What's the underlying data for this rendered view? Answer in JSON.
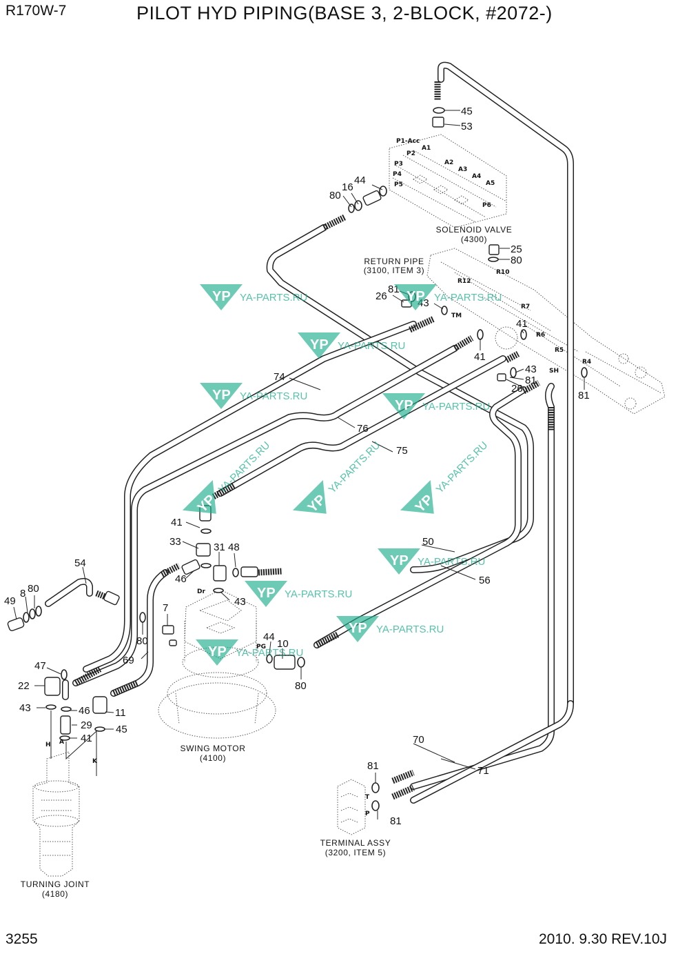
{
  "header": {
    "model": "R170W-7",
    "title": "PILOT HYD PIPING(BASE 3, 2-BLOCK, #2072-)"
  },
  "footer": {
    "page_number": "3255",
    "revision": "2010.  9.30 REV.10J"
  },
  "assemblies": {
    "solenoid_valve": "SOLENOID VALVE",
    "solenoid_valve_ref": "(4300)",
    "return_pipe": "RETURN PIPE",
    "return_pipe_ref": "(3100, ITEM 3)",
    "swing_motor": "SWING MOTOR",
    "swing_motor_ref": "(4100)",
    "turning_joint": "TURNING JOINT",
    "turning_joint_ref": "(4180)",
    "terminal_assy": "TERMINAL ASSY",
    "terminal_assy_ref": "(3200, ITEM 5)"
  },
  "part_labels": [
    "45",
    "53",
    "44",
    "16",
    "80",
    "25",
    "80",
    "81",
    "26",
    "43",
    "41",
    "41",
    "43",
    "81",
    "26",
    "81",
    "74",
    "76",
    "75",
    "41",
    "33",
    "31",
    "48",
    "46",
    "43",
    "50",
    "56",
    "54",
    "49",
    "8",
    "80",
    "7",
    "80",
    "69",
    "44",
    "10",
    "80",
    "47",
    "22",
    "43",
    "46",
    "11",
    "29",
    "45",
    "41",
    "70",
    "71",
    "81",
    "81"
  ],
  "port_labels": [
    "P1-Acc",
    "P2",
    "A1",
    "A2",
    "A3",
    "A4",
    "A5",
    "P3",
    "P4",
    "P5",
    "P6",
    "R10",
    "R12",
    "R7",
    "TM",
    "R6",
    "R5",
    "SH",
    "R4",
    "Dr",
    "PG",
    "T",
    "P",
    "H",
    "A",
    "K"
  ],
  "watermark": {
    "logo": "YP",
    "text": "YA-PARTS.RU"
  }
}
